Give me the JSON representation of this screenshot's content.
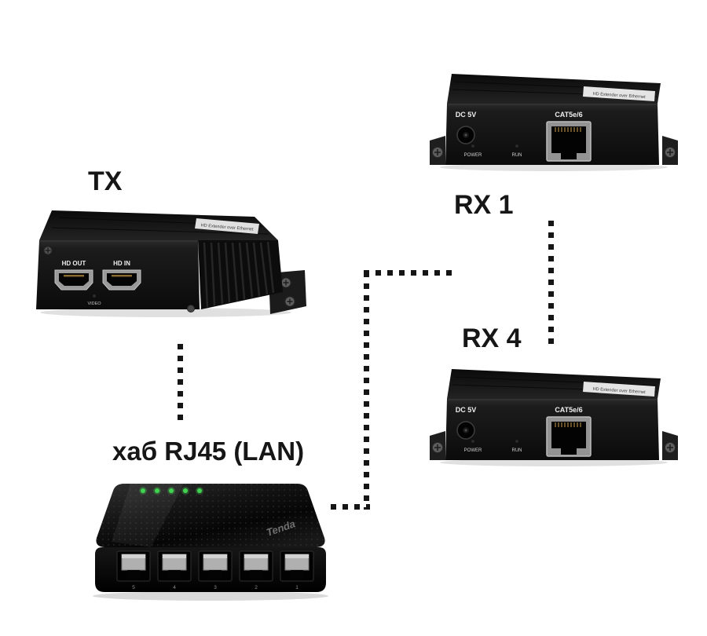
{
  "title_labels": {
    "tx": "TX",
    "rx1": "RX 1",
    "rx4": "RX 4",
    "hub": "хаб RJ45 (LAN)"
  },
  "tx_device": {
    "sticker": "HD Extender over Ethernet",
    "hd_out": "HD OUT",
    "hd_in": "HD IN",
    "video_led": "VIDEO"
  },
  "rx_device": {
    "sticker": "HD Extender over Ethernet",
    "dc": "DC 5V",
    "power": "POWER",
    "run": "RUN",
    "cat": "CAT5e/6"
  },
  "hub_device": {
    "logo": "Tenda",
    "ports": [
      "5",
      "4",
      "3",
      "2",
      "1"
    ]
  },
  "colors": {
    "background": "#ffffff",
    "connector_dots": "#151515",
    "device_body": "#121212",
    "led_green": "#3fd34f",
    "label_text": "#161616",
    "port_silver": "#939393"
  }
}
